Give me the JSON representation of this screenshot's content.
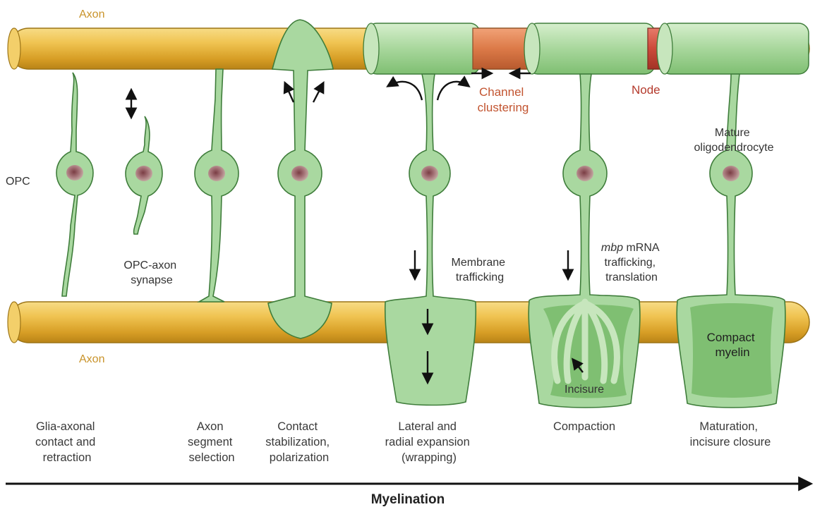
{
  "labels": {
    "axon_top": "Axon",
    "axon_bottom": "Axon",
    "opc": "OPC",
    "opc_axon_synapse": [
      "OPC-axon",
      "synapse"
    ],
    "channel_clustering": [
      "Channel",
      "clustering"
    ],
    "node": "Node",
    "mature_oligodendrocyte": [
      "Mature",
      "oligodendrocyte"
    ],
    "membrane_trafficking": [
      "Membrane",
      "trafficking"
    ],
    "mbp_italic": "mbp",
    "mbp_rest": " mRNA",
    "mbp_lines": [
      "trafficking,",
      "translation"
    ],
    "incisure": "Incisure",
    "compact_myelin": [
      "Compact",
      "myelin"
    ]
  },
  "stages": [
    {
      "lines": [
        "Glia-axonal",
        "contact and",
        "retraction"
      ]
    },
    {
      "lines": [
        "Axon",
        "segment",
        "selection"
      ]
    },
    {
      "lines": [
        "Contact",
        "stabilization,",
        "polarization"
      ]
    },
    {
      "lines": [
        "Lateral and",
        "radial expansion",
        "(wrapping)"
      ]
    },
    {
      "lines": [
        "Compaction"
      ]
    },
    {
      "lines": [
        "Maturation,",
        "incisure closure"
      ]
    }
  ],
  "axis_title": "Myelination",
  "colors": {
    "axon": "#e8b840",
    "myelin_green": "#a9d8a0",
    "node_orange": "#d9784a",
    "node_red": "#c8473a"
  }
}
